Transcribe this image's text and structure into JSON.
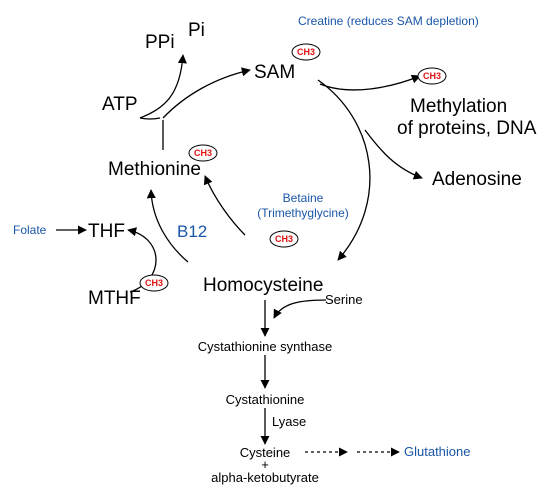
{
  "nodes": {
    "sam": "SAM",
    "ppi": "PPi",
    "pi": "Pi",
    "atp": "ATP",
    "methionine": "Methionine",
    "thf": "THF",
    "mthf": "MTHF",
    "homocysteine": "Homocysteine",
    "serine": "Serine",
    "cystathionine_synthase": "Cystathionine synthase",
    "cystathionine": "Cystathionine",
    "lyase": "Lyase",
    "cysteine": "Cysteine",
    "plus": "+",
    "alpha_ketobutyrate": "alpha-ketobutyrate",
    "glutathione": "Glutathione",
    "adenosine": "Adenosine",
    "methylation_line1": "Methylation",
    "methylation_line2": "of proteins, DNA"
  },
  "notes": {
    "creatine": "Creatine (reduces SAM depletion)",
    "betaine_line1": "Betaine",
    "betaine_line2": "(Trimethyglycine)",
    "folate": "Folate",
    "b12": "B12"
  },
  "badge_label": "CH3",
  "colors": {
    "note_blue": "#1a56a8",
    "badge_red": "#e01010",
    "line": "#000000"
  }
}
